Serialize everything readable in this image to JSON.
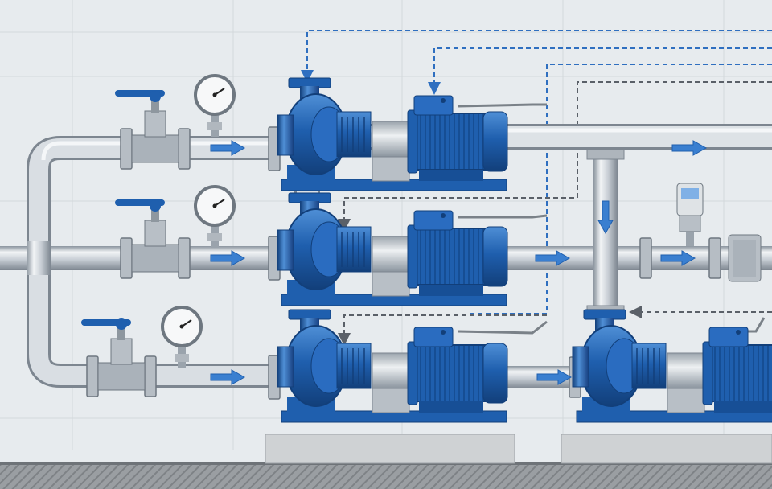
{
  "diagram": {
    "colors": {
      "background": "#e7ebee",
      "pump_blue": "#1f5fae",
      "pump_blue_dark": "#123f7a",
      "pump_blue_light": "#4f8fd6",
      "pipe_steel": "#c9cfd6",
      "pipe_highlight": "#f2f4f6",
      "pipe_shadow": "#8a949e",
      "flow_arrow": "#3a7fd0",
      "signal_blue": "#2f6fc0",
      "signal_gray": "#5a6068",
      "concrete": "#cfd2d4",
      "ground": "#8c9094"
    },
    "icons": [
      "pressure-gauge-icon",
      "ball-valve-icon",
      "flow-arrow-icon",
      "pressure-transmitter-icon",
      "electric-motor-icon",
      "centrifugal-pump-icon"
    ],
    "pumps": [
      {
        "id": "pump-1",
        "row": 1
      },
      {
        "id": "pump-2",
        "row": 2
      },
      {
        "id": "pump-3",
        "row": 3
      },
      {
        "id": "pump-4",
        "row": 3
      }
    ],
    "gauges": [
      {
        "id": "gauge-1",
        "row": 1
      },
      {
        "id": "gauge-2",
        "row": 2
      },
      {
        "id": "gauge-3",
        "row": 3
      }
    ],
    "valves": [
      {
        "id": "valve-1",
        "row": 1
      },
      {
        "id": "valve-2",
        "row": 2
      },
      {
        "id": "valve-3",
        "row": 3
      }
    ]
  }
}
